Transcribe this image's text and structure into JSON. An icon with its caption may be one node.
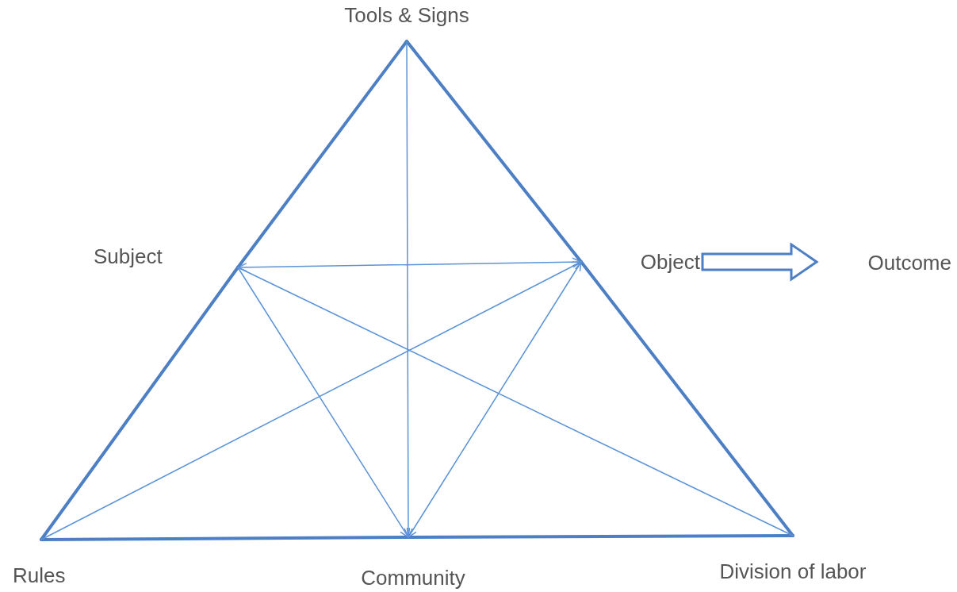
{
  "diagram": {
    "nodes": [
      {
        "text": [
          "Tools & Signs"
        ]
      },
      {
        "text": [
          "Subject"
        ]
      },
      {
        "text": [
          "Object"
        ]
      },
      {
        "text": [
          "Outcome"
        ]
      },
      {
        "text": [
          "Rules"
        ]
      },
      {
        "text": [
          "Community"
        ]
      },
      {
        "text": [
          "Division of labor"
        ]
      }
    ],
    "edges": [
      {
        "from": 0,
        "to": 1,
        "arrow": "none",
        "style": "thick"
      },
      {
        "from": 1,
        "to": 4,
        "arrow": "none",
        "style": "thick"
      },
      {
        "from": 4,
        "to": 5,
        "arrow": "none",
        "style": "thick"
      },
      {
        "from": 5,
        "to": 6,
        "arrow": "none",
        "style": "thick"
      },
      {
        "from": 6,
        "to": 2,
        "arrow": "none",
        "style": "thick"
      },
      {
        "from": 2,
        "to": 0,
        "arrow": "none",
        "style": "thick"
      },
      {
        "from": 0,
        "to": 5,
        "arrow": "to"
      },
      {
        "from": 1,
        "to": 2,
        "arrow": "both"
      },
      {
        "from": 1,
        "to": 5,
        "arrow": "to"
      },
      {
        "from": 2,
        "to": 5,
        "arrow": "both"
      },
      {
        "from": 4,
        "to": 2,
        "arrow": "to"
      },
      {
        "from": 1,
        "to": 6,
        "arrow": "none"
      },
      {
        "from": 2,
        "to": 3,
        "arrow": "to",
        "style": "thick"
      }
    ]
  }
}
